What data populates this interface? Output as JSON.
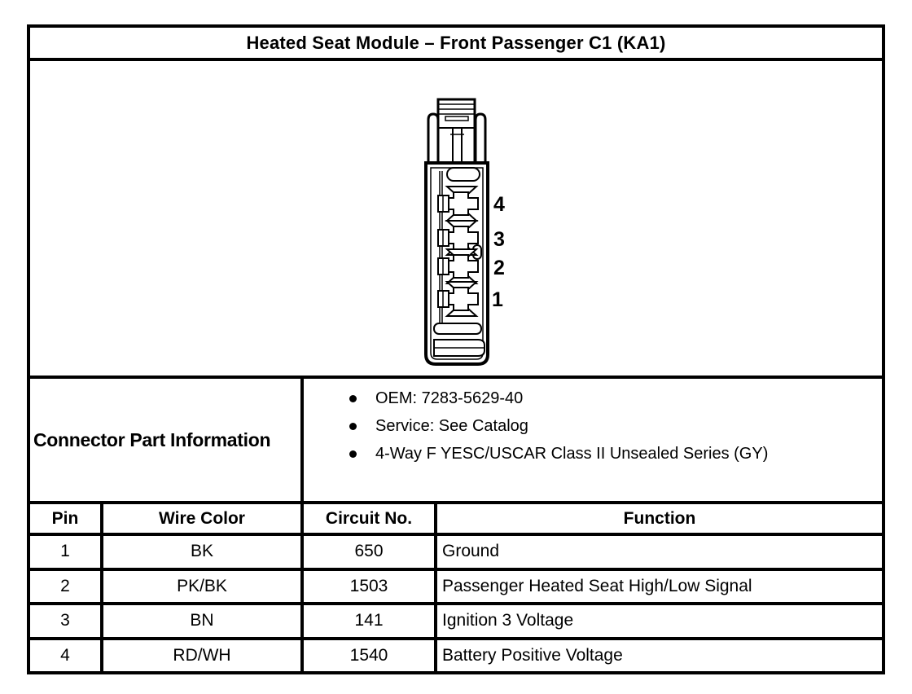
{
  "title": "Heated Seat Module – Front Passenger C1 (KA1)",
  "diagram": {
    "name": "4-way connector front view",
    "pin_labels": [
      "4",
      "3",
      "2",
      "1"
    ]
  },
  "part_info": {
    "label": "Connector Part Information",
    "bullets": [
      "OEM: 7283-5629-40",
      "Service: See Catalog",
      "4-Way F YESC/USCAR Class II Unsealed Series (GY)"
    ]
  },
  "pin_table": {
    "headers": [
      "Pin",
      "Wire Color",
      "Circuit No.",
      "Function"
    ],
    "rows": [
      {
        "pin": "1",
        "wire_color": "BK",
        "circuit": "650",
        "function": "Ground"
      },
      {
        "pin": "2",
        "wire_color": "PK/BK",
        "circuit": "1503",
        "function": "Passenger Heated Seat High/Low Signal"
      },
      {
        "pin": "3",
        "wire_color": "BN",
        "circuit": "141",
        "function": "Ignition 3 Voltage"
      },
      {
        "pin": "4",
        "wire_color": "RD/WH",
        "circuit": "1540",
        "function": "Battery Positive Voltage"
      }
    ]
  },
  "colors": {
    "line": "#000000",
    "background": "#ffffff"
  }
}
